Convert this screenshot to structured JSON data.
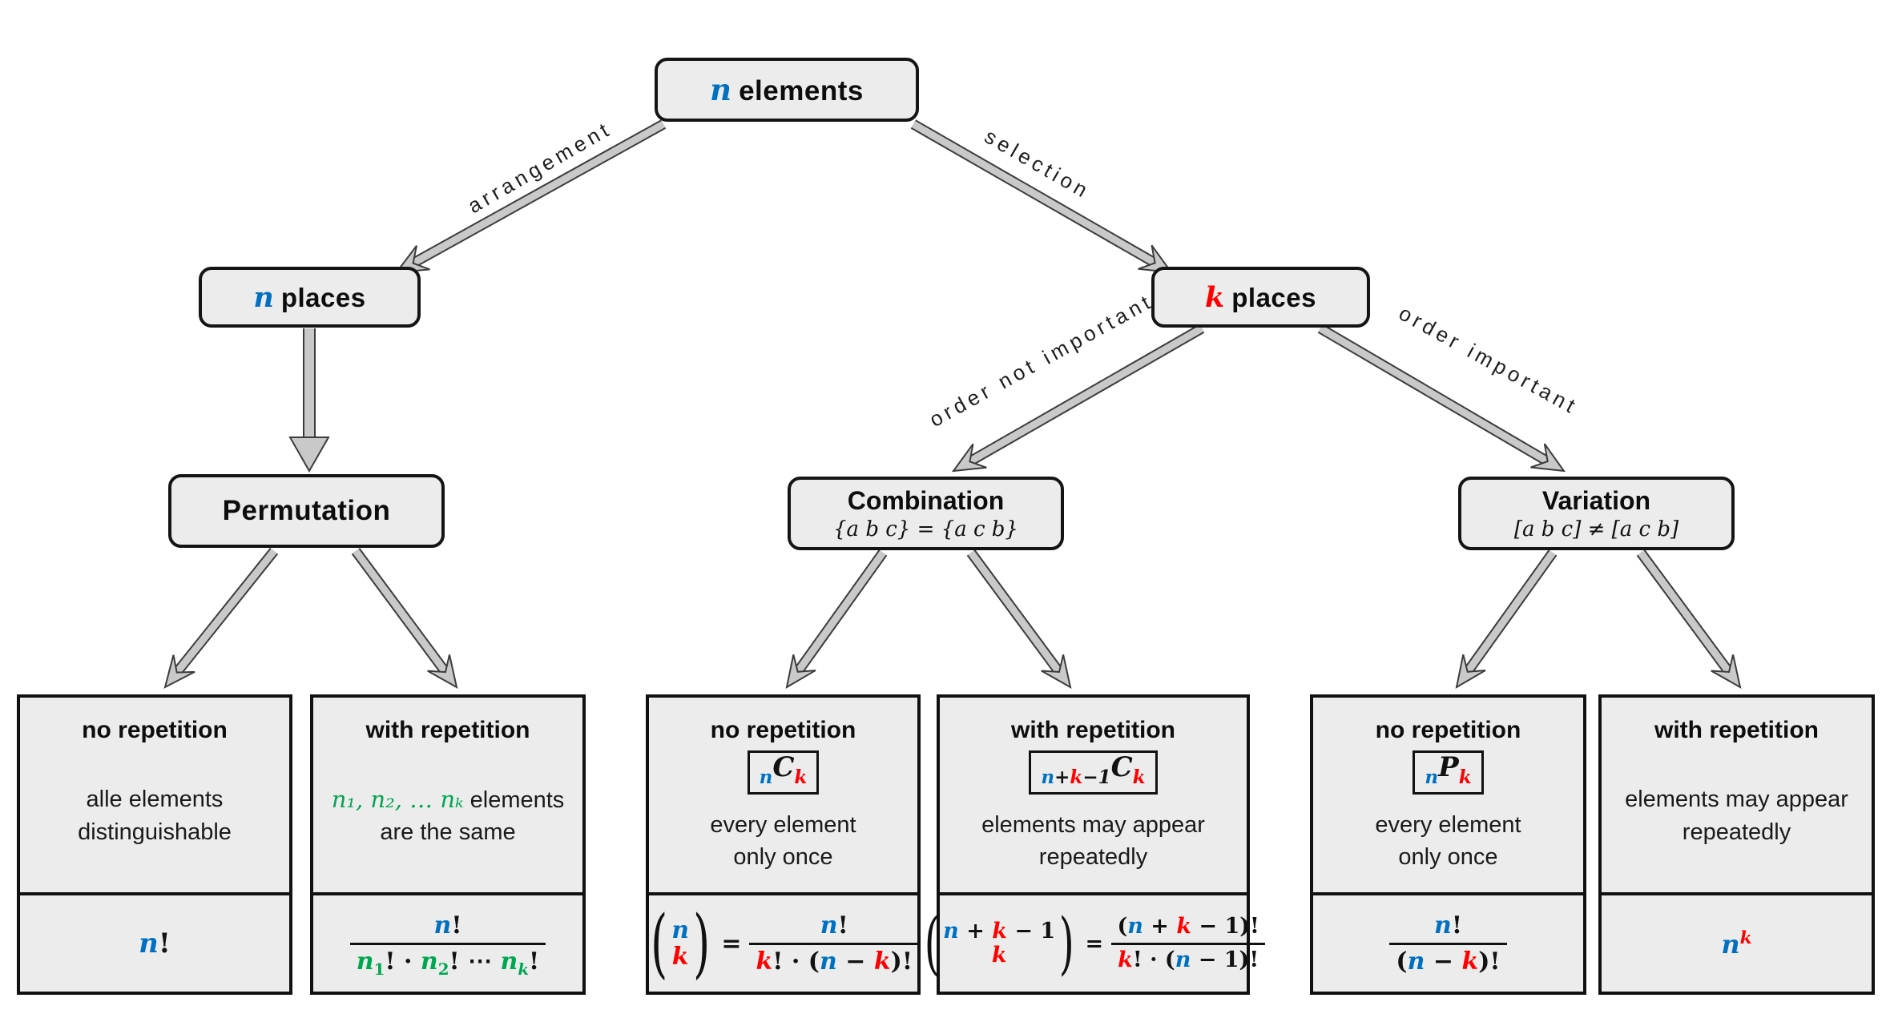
{
  "palette": {
    "blue": "#0070C0",
    "red": "#FF0000",
    "green": "#00A651",
    "box_fill": "#ececec",
    "arrow_fill": "#c9c9c9",
    "arrow_outline": "#3c3c3c"
  },
  "nodes": {
    "root": {
      "var": "n",
      "rest": "elements"
    },
    "n_places": {
      "var": "n",
      "rest": "places"
    },
    "k_places": {
      "var": "k",
      "rest": "places"
    },
    "permutation": {
      "title": "Permutation"
    },
    "combination": {
      "title": "Combination",
      "subtitle": "{a b c} = {a c b}"
    },
    "variation": {
      "title": "Variation",
      "subtitle": "[a b c] ≠ [a c b]"
    }
  },
  "edges": {
    "arrangement": "arrangement",
    "selection": "selection",
    "order_not_important": "order not important",
    "order_important": "order important"
  },
  "leaves": {
    "perm_no_rep": {
      "title": "no repetition",
      "line1": "alle elements",
      "line2": "distinguishable",
      "formula": {
        "n": "n",
        "f": "!"
      }
    },
    "perm_with_rep": {
      "title": "with repetition",
      "seq": "n₁, n₂, … nₖ",
      "rest": "elements",
      "line2": "are the same",
      "formula": {
        "num_n": "n",
        "num_f": "!",
        "n1v": "n",
        "n1s": "1",
        "sep1": "! · ",
        "n2v": "n",
        "n2s": "2",
        "sep2": "! ⋯ ",
        "nkv": "n",
        "nks": "k",
        "sep3": "!"
      }
    },
    "comb_no_rep": {
      "title": "no repetition",
      "notation": {
        "sub1": "n",
        "big": "C",
        "sub2": "k"
      },
      "line1": "every element",
      "line2": "only once",
      "formula": {
        "top": "n",
        "bottom": "k",
        "eq": "=",
        "num_n": "n",
        "num_f": "!",
        "d1": "k",
        "d2": "! · (",
        "d3": "n",
        "d4": " − ",
        "d5": "k",
        "d6": ")!"
      }
    },
    "comb_with_rep": {
      "title": "with repetition",
      "notation": {
        "s1": "n",
        "s2": "+",
        "s3": "k",
        "s4": "−1",
        "big": "C",
        "sub2": "k"
      },
      "line1": "elements may appear",
      "line2": "repeatedly",
      "formula": {
        "t1": "n",
        "t2": " + ",
        "t3": "k",
        "t4": " − 1",
        "bottom": "k",
        "eq": "=",
        "np1": "(",
        "nv1": "n",
        "np2": " + ",
        "nv2": "k",
        "np3": " − 1)!",
        "dv1": "k",
        "dp1": "! · (",
        "dv2": "n",
        "dp2": " − 1)!"
      }
    },
    "var_no_rep": {
      "title": "no repetition",
      "notation": {
        "sub1": "n",
        "big": "P",
        "sub2": "k"
      },
      "line1": "every element",
      "line2": "only once",
      "formula": {
        "num_n": "n",
        "num_f": "!",
        "dp1": "(",
        "dv1": "n",
        "dp2": " − ",
        "dv2": "k",
        "dp3": ")!"
      }
    },
    "var_with_rep": {
      "title": "with repetition",
      "line1": "elements may appear",
      "line2": "repeatedly",
      "formula": {
        "base": "n",
        "sup": "k"
      }
    }
  }
}
